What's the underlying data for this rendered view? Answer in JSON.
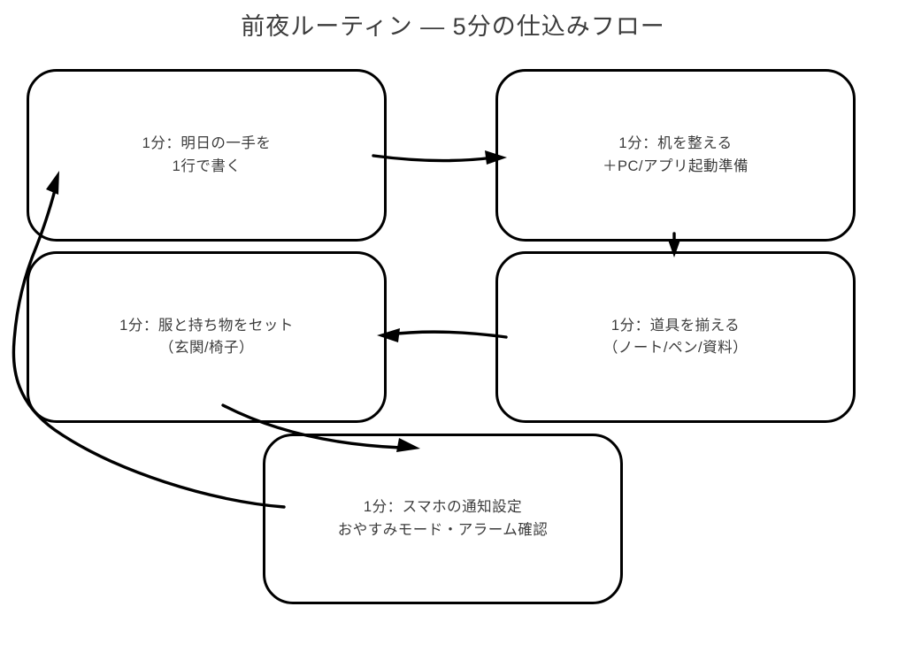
{
  "title": "前夜ルーティン ― 5分の仕込みフロー",
  "colors": {
    "background": "#ffffff",
    "node_fill": "#ffffff",
    "node_border": "#000000",
    "arrow": "#000000",
    "text": "#3b3b3b"
  },
  "flowchart": {
    "nodes": [
      {
        "id": "step1",
        "line1": "1分：明日の一手を",
        "line2": "1行で書く"
      },
      {
        "id": "step2",
        "line1": "1分：机を整える",
        "line2": "＋PC/アプリ起動準備"
      },
      {
        "id": "step3",
        "line1": "1分：服と持ち物をセット",
        "line2": "（玄関/椅子）"
      },
      {
        "id": "step4",
        "line1": "1分：道具を揃える",
        "line2": "（ノート/ペン/資料）"
      },
      {
        "id": "step5",
        "line1": "1分：スマホの通知設定",
        "line2": "おやすみモード・アラーム確認"
      }
    ],
    "edges": [
      {
        "from": "step1",
        "to": "step2",
        "direction": "right"
      },
      {
        "from": "step2",
        "to": "step4",
        "direction": "down"
      },
      {
        "from": "step4",
        "to": "step3",
        "direction": "left"
      },
      {
        "from": "step3",
        "to": "step5",
        "direction": "down-right"
      },
      {
        "from": "step5",
        "to": "step1",
        "direction": "loop-back-up"
      }
    ]
  }
}
